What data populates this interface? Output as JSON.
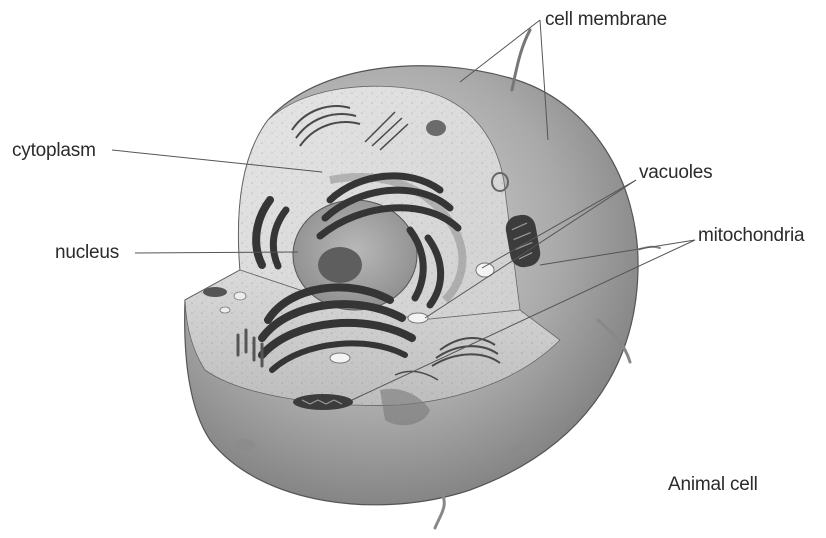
{
  "diagram": {
    "labels": {
      "cell_membrane": "cell membrane",
      "cytoplasm": "cytoplasm",
      "vacuoles": "vacuoles",
      "nucleus": "nucleus",
      "mitochondria": "mitochondria"
    },
    "caption": "Animal cell"
  },
  "colors": {
    "membrane": "#8a8a8a",
    "cytoplasm": "#d6d6d6",
    "nucleus": "#909090",
    "er": "#3c3c3c",
    "label_text": "#2b2b2b",
    "leader_line": "#555555"
  }
}
